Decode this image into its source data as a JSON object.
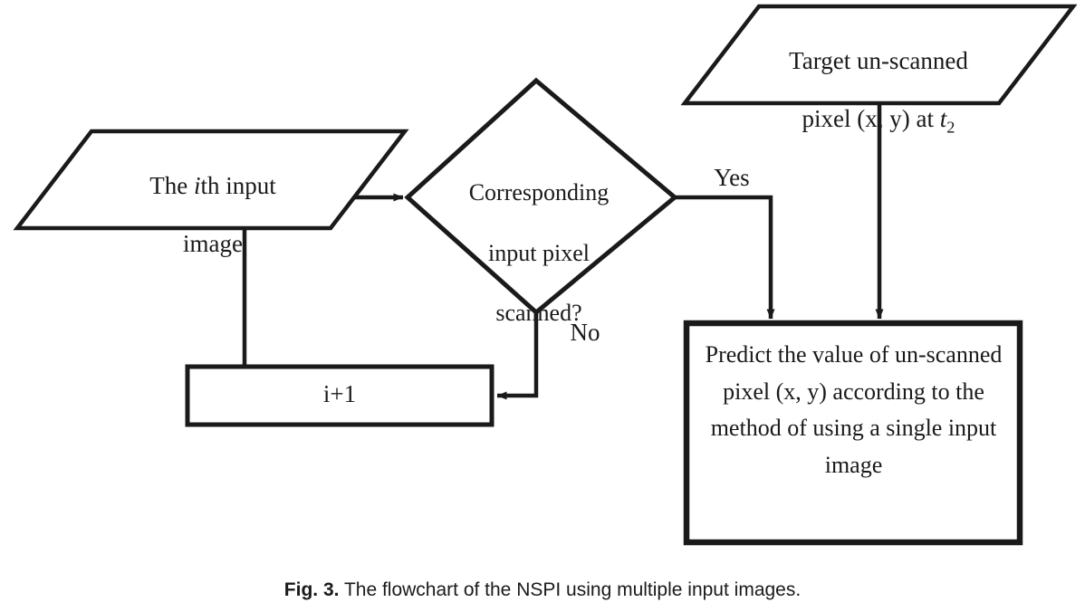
{
  "figure": {
    "caption_label": "Fig. 3.",
    "caption_text": " The flowchart of the NSPI using multiple input images.",
    "colors": {
      "stroke": "#1a1a1a",
      "background": "#ffffff",
      "text": "#1a1a1a"
    }
  },
  "chart_data": {
    "type": "diagram",
    "title": "The flowchart of the NSPI using multiple input images",
    "nodes": [
      {
        "id": "target-pixel",
        "shape": "parallelogram",
        "text": "Target un-scanned pixel (x, y) at t2",
        "line1": "Target un-scanned",
        "line2_pre": "pixel (x, y) at ",
        "line2_var": "t",
        "line2_sub": "2"
      },
      {
        "id": "ith-input-image",
        "shape": "parallelogram",
        "text": "The ith input image",
        "line1_pre": "The ",
        "line1_var": "i",
        "line1_post": "th input",
        "line2": "image"
      },
      {
        "id": "decision-scanned",
        "shape": "diamond",
        "text": "Corresponding input pixel scanned?",
        "line1": "Corresponding",
        "line2": "input pixel",
        "line3": "scanned?"
      },
      {
        "id": "increment",
        "shape": "rectangle",
        "text": "i+1"
      },
      {
        "id": "predict",
        "shape": "rectangle-bold",
        "text": "Predict the value of un-scanned pixel (x, y) according to the method of using a single input image"
      }
    ],
    "edges": [
      {
        "from": "ith-input-image",
        "to": "decision-scanned",
        "label": ""
      },
      {
        "from": "decision-scanned",
        "to": "predict",
        "label": "Yes"
      },
      {
        "from": "decision-scanned",
        "to": "increment",
        "label": "No"
      },
      {
        "from": "target-pixel",
        "to": "predict",
        "label": ""
      },
      {
        "from": "ith-input-image",
        "to": "increment",
        "label": ""
      }
    ],
    "labels": {
      "yes": "Yes",
      "no": "No"
    }
  }
}
